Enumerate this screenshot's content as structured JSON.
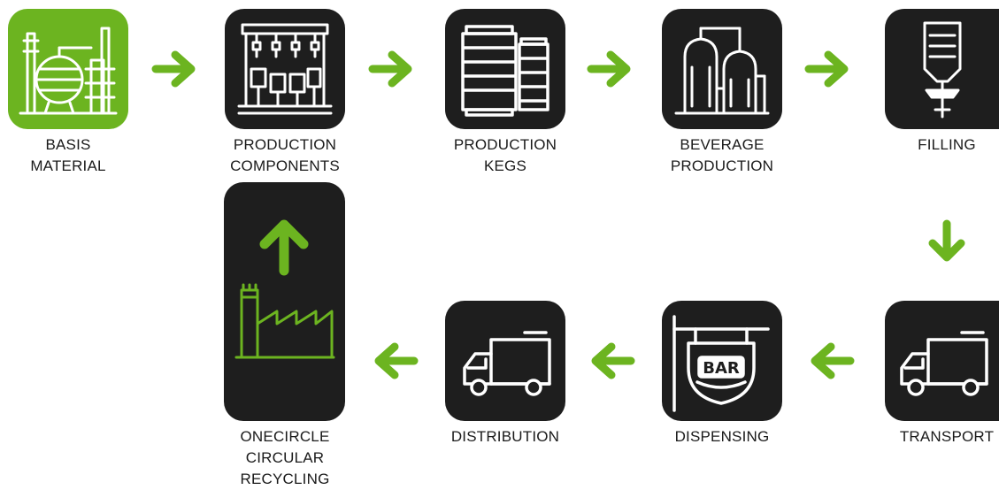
{
  "colors": {
    "accent": "#6cb420",
    "tile": "#1e1e1e",
    "line": "#ffffff",
    "text": "#1a1a1a"
  },
  "steps": [
    {
      "label": "BASIS\nMATERIAL",
      "icon": "refinery-icon"
    },
    {
      "label": "PRODUCTION\nCOMPONENTS",
      "icon": "assembly-machine-icon"
    },
    {
      "label": "PRODUCTION\nKEGS",
      "icon": "kegs-icon"
    },
    {
      "label": "BEVERAGE\nPRODUCTION",
      "icon": "brewery-tanks-icon"
    },
    {
      "label": "FILLING",
      "icon": "filling-station-icon"
    },
    {
      "label": "TRANSPORT",
      "icon": "truck-icon"
    },
    {
      "label": "DISPENSING",
      "icon": "bar-sign-icon"
    },
    {
      "label": "DISTRIBUTION",
      "icon": "truck-icon"
    },
    {
      "label": "ONECIRCLE\nCIRCULAR\nRECYCLING",
      "icon": "factory-icon"
    }
  ],
  "bar_sign_text": "BAR"
}
